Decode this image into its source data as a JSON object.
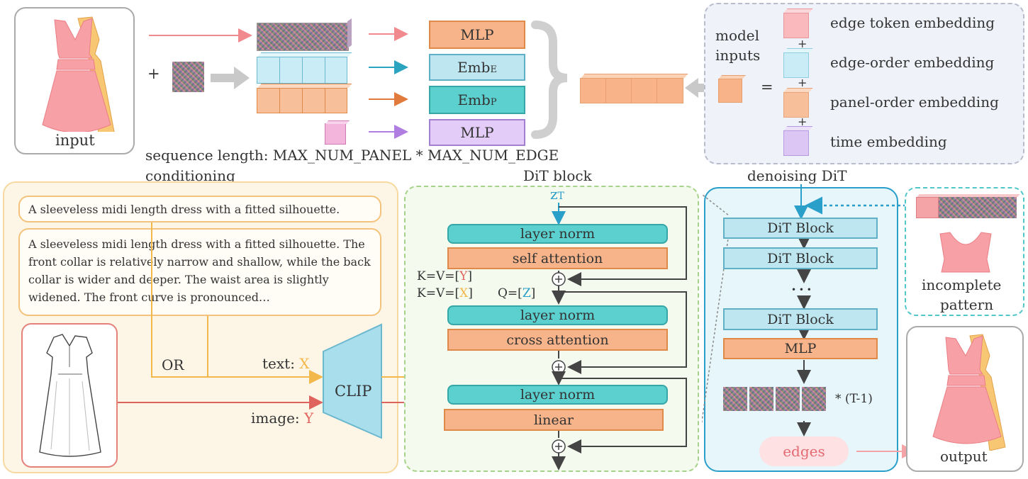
{
  "top": {
    "input_label": "input",
    "plus": "+",
    "mlp1": "MLP",
    "emb_e": "Emb",
    "emb_e_sub": "E",
    "emb_p": "Emb",
    "emb_p_sub": "P",
    "mlp2": "MLP",
    "sequence_length": "sequence length: MAX_NUM_PANEL * MAX_NUM_EDGE",
    "model_inputs_1": "model",
    "model_inputs_2": "inputs",
    "equals": "=",
    "legend": [
      {
        "label": "edge token embedding",
        "color": "#f9b9bd"
      },
      {
        "label": "edge-order embedding",
        "color": "#c9ecf6"
      },
      {
        "label": "panel-order embedding",
        "color": "#f7bf9a"
      },
      {
        "label": "time embedding",
        "color": "#dcc6f4"
      }
    ],
    "legend_plus": "+"
  },
  "conditioning": {
    "title": "conditioning",
    "short_text": "A sleeveless midi length dress with a fitted silhouette.",
    "long_text": "A sleeveless midi length dress with a fitted silhouette. The front collar is relatively narrow and shallow, while the back collar is wider and deeper. The waist area is slightly widened. The front curve is pronounced…",
    "or": "OR",
    "text_label": "text: ",
    "text_var": "X",
    "image_label": "image: ",
    "image_var": "Y",
    "clip": "CLIP"
  },
  "dit_block": {
    "title": "DiT block",
    "z_main": "z",
    "z_sub": "T",
    "layer_norm": "layer norm",
    "self_attention": "self attention",
    "cross_attention": "cross attention",
    "linear": "linear",
    "kv_y_prefix": "K=V=[",
    "kv_y_var": "Y",
    "kv_x_prefix": "K=V=[",
    "kv_x_var": "X",
    "close_bracket": "]",
    "q_prefix": "Q=[",
    "q_var": "Z",
    "plus_symbol": "+"
  },
  "denoising": {
    "title": "denoising DiT",
    "dit_block": "DiT Block",
    "ellipsis": "• • •",
    "mlp": "MLP",
    "repeat": "* (T-1)",
    "edges": "edges"
  },
  "side": {
    "incomplete_1": "incomplete",
    "incomplete_2": "pattern",
    "output": "output"
  },
  "colors": {
    "x_var": "#f2b84b",
    "y_var": "#e0645e",
    "z_var": "#2a9fc9",
    "arrow_pink": "#f08a8e",
    "arrow_teal": "#2aa4bf",
    "arrow_orange": "#e07b3d",
    "arrow_purple": "#b07ee0"
  }
}
